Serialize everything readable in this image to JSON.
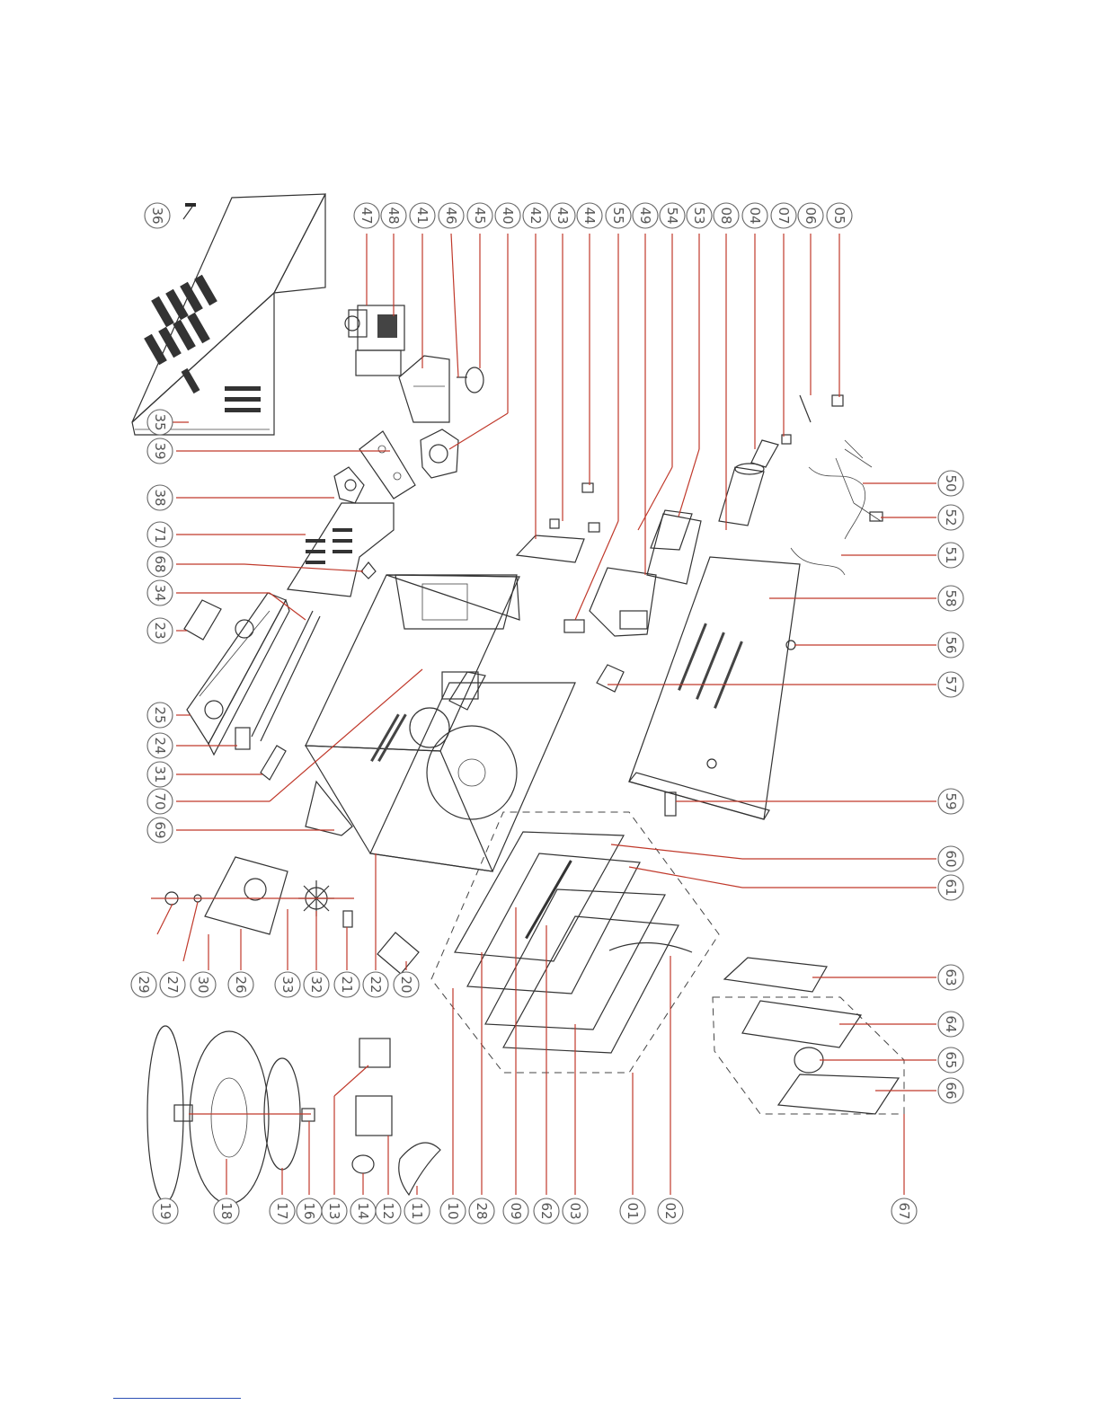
{
  "callouts": {
    "top": [
      "36",
      "47",
      "48",
      "41",
      "46",
      "45",
      "40",
      "42",
      "43",
      "44",
      "55",
      "49",
      "54",
      "53",
      "08",
      "04",
      "07",
      "06",
      "05"
    ],
    "left": [
      "35",
      "39",
      "38",
      "71",
      "68",
      "34",
      "23",
      "25",
      "24",
      "31",
      "70",
      "69",
      "29",
      "27",
      "30",
      "26",
      "33",
      "32",
      "21",
      "22",
      "20"
    ],
    "bottom": [
      "19",
      "18",
      "17",
      "16",
      "13",
      "14",
      "12",
      "11",
      "10",
      "28",
      "09",
      "62",
      "03",
      "01",
      "02",
      "67"
    ],
    "right": [
      "50",
      "52",
      "51",
      "58",
      "56",
      "57",
      "59",
      "60",
      "61",
      "63",
      "64",
      "65",
      "66"
    ]
  },
  "colors": {
    "leader": "#c0392b",
    "linework": "#333333",
    "callout_text": "#555555",
    "footer_rule": "#2c4fb4"
  }
}
